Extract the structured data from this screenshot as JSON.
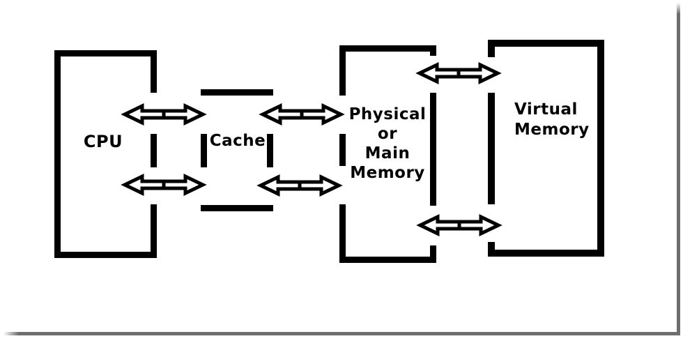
{
  "background": "#ffffff",
  "colors": {
    "line": "#000000",
    "arrow_fill": "#ffffff",
    "frame_shadow": "#6e6e6e"
  },
  "diagram_type": "memory-hierarchy-block-diagram",
  "nodes": {
    "cpu": {
      "label": "CPU"
    },
    "cache": {
      "label": "Cache"
    },
    "physical": {
      "lines": [
        "Physical",
        "or",
        "Main",
        "Memory"
      ]
    },
    "virtual": {
      "lines": [
        "Virtual",
        "Memory"
      ]
    }
  },
  "edges": [
    {
      "from": "CPU",
      "to": "Cache",
      "type": "bidirectional-arrow",
      "position": "upper"
    },
    {
      "from": "CPU",
      "to": "Cache",
      "type": "bidirectional-arrow",
      "position": "lower"
    },
    {
      "from": "Cache",
      "to": "Physical or Main Memory",
      "type": "bidirectional-arrow",
      "position": "upper"
    },
    {
      "from": "Cache",
      "to": "Physical or Main Memory",
      "type": "bidirectional-arrow",
      "position": "lower"
    },
    {
      "from": "Physical or Main Memory",
      "to": "Virtual Memory",
      "type": "bidirectional-arrow",
      "position": "upper"
    },
    {
      "from": "Physical or Main Memory",
      "to": "Virtual Memory",
      "type": "bidirectional-arrow",
      "position": "lower"
    }
  ]
}
